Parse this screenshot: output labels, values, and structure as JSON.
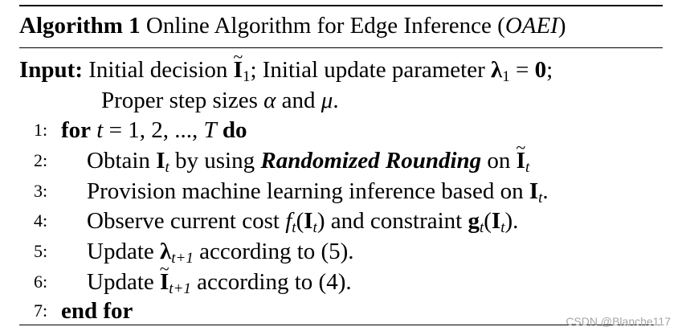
{
  "algorithm": {
    "label": "Algorithm 1",
    "title": "Online Algorithm for Edge Inference",
    "abbrev": "OAEI"
  },
  "input": {
    "label": "Input:",
    "text1": "Initial decision",
    "text2": "; Initial update parameter",
    "text3": "Proper step sizes",
    "alpha": "α",
    "and": "and",
    "mu": "μ",
    "period": "."
  },
  "steps": [
    {
      "num": "1:"
    },
    {
      "num": "2:"
    },
    {
      "num": "3:"
    },
    {
      "num": "4:"
    },
    {
      "num": "5:"
    },
    {
      "num": "6:"
    },
    {
      "num": "7:"
    }
  ],
  "text": {
    "for": "for",
    "do": "do",
    "loop_range": "= 1, 2, ..., ",
    "obtain": "Obtain",
    "by_using": "by using",
    "randomized_rounding": "Randomized Rounding",
    "on": "on",
    "provision": "Provision machine learning inference based on",
    "observe": "Observe current cost",
    "and_constraint": "and constraint",
    "update": "Update",
    "according_5": "according to (5).",
    "according_4": "according to (4).",
    "end_for": "end for"
  },
  "watermark": "CSDN @Blanche117"
}
